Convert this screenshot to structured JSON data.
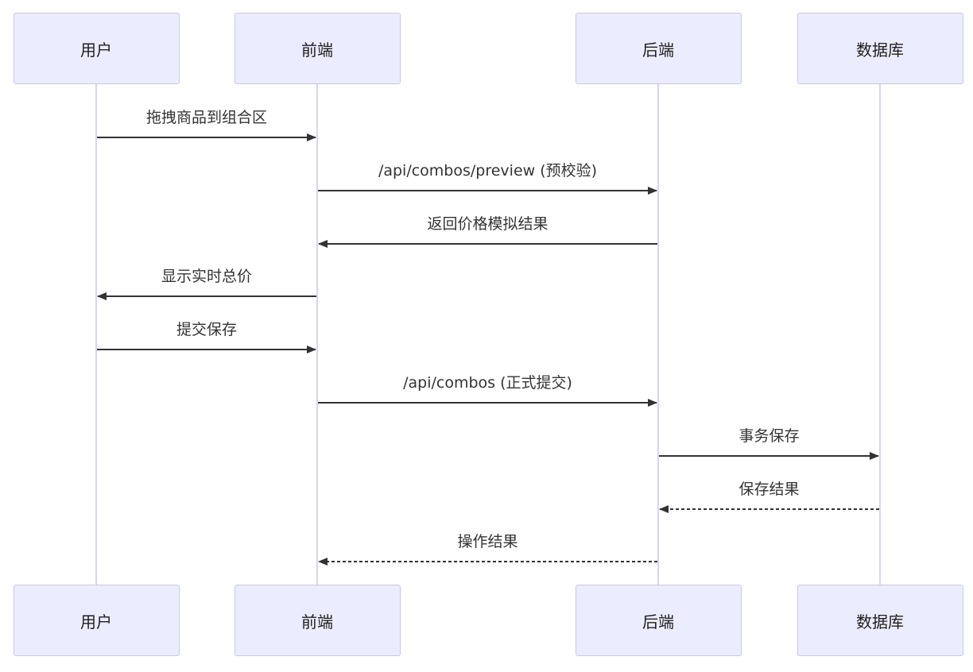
{
  "participants": [
    {
      "id": "user",
      "label": "用户"
    },
    {
      "id": "frontend",
      "label": "前端"
    },
    {
      "id": "backend",
      "label": "后端"
    },
    {
      "id": "db",
      "label": "数据库"
    }
  ],
  "messages": [
    {
      "from": "user",
      "to": "frontend",
      "label": "拖拽商品到组合区",
      "style": "solid"
    },
    {
      "from": "frontend",
      "to": "backend",
      "label": "/api/combos/preview (预校验)",
      "style": "solid"
    },
    {
      "from": "backend",
      "to": "frontend",
      "label": "返回价格模拟结果",
      "style": "solid"
    },
    {
      "from": "frontend",
      "to": "user",
      "label": "显示实时总价",
      "style": "solid"
    },
    {
      "from": "user",
      "to": "frontend",
      "label": "提交保存",
      "style": "solid"
    },
    {
      "from": "frontend",
      "to": "backend",
      "label": "/api/combos (正式提交)",
      "style": "solid"
    },
    {
      "from": "backend",
      "to": "db",
      "label": "事务保存",
      "style": "solid"
    },
    {
      "from": "db",
      "to": "backend",
      "label": "保存结果",
      "style": "dashed"
    },
    {
      "from": "backend",
      "to": "frontend",
      "label": "操作结果",
      "style": "dashed"
    }
  ],
  "colors": {
    "actor_fill": "#ECECFF",
    "actor_border": "#C9C6EE",
    "lifeline": "#D8D4F2",
    "arrow": "#333333",
    "text": "#333333"
  }
}
